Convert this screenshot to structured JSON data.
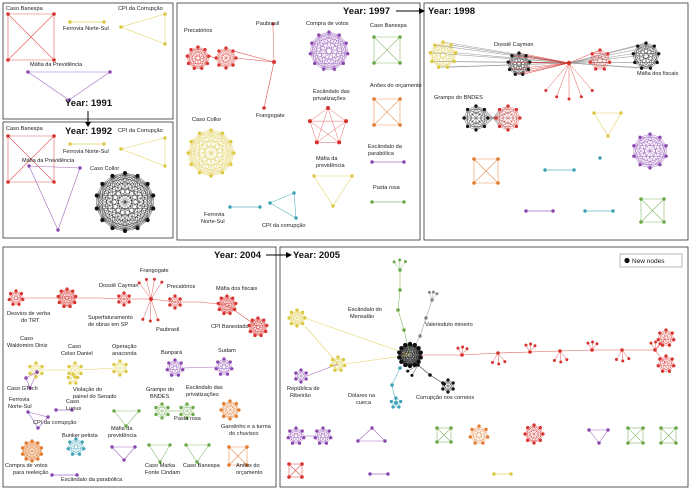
{
  "colors": {
    "red": "#d8322e",
    "yellow": "#dcc73e",
    "purple": "#8a46b0",
    "green": "#6aa94a",
    "orange": "#e17a2e",
    "teal": "#3aa2b4",
    "black": "#111111",
    "gray": "#888888",
    "pink": "#d04a80",
    "blue": "#4a78c2"
  },
  "years": {
    "y1991": "Year: 1991",
    "y1992": "Year: 1992",
    "y1997": "Year: 1997",
    "y1998": "Year: 1998",
    "y2004": "Year: 2004",
    "y2005": "Year: 2005"
  },
  "legend": {
    "label": "New nodes"
  },
  "labels": {
    "p1_caso_banespa": "Caso Banespa",
    "p1_ferrovia": "Ferrovia Norte-Sul",
    "p1_cpi": "CPI da Corrupção",
    "p1_mafia": "Máfia da Previdência",
    "p2_caso_banespa": "Caso Banespa",
    "p2_ferrovia": "Ferrovia Norte-Sul",
    "p2_cpi": "CPI da Corrupção",
    "p2_mafia": "Máfia da Previdência",
    "p2_collor": "Caso Collor",
    "p3_precatorios": "Precatórios",
    "p3_paubrasil": "Paubrasil",
    "p3_compra": "Compra de votos",
    "p3_banespa": "Caso Banespa",
    "p3_frangogate": "Frangogate",
    "p3_collor": "Caso Collor",
    "p3_anoes": "Anões do orçamento",
    "p3_privatizacoes": "Escândalo das privatizações",
    "p3_parabolica": "Escândalo da parabólica",
    "p3_mafia": "Máfia da previdência",
    "p3_pasta": "Pasta rosa",
    "p3_ferrovia": "Ferrovia Norte-Sul",
    "p3_cpi": "CPI da corrupção",
    "p4_dossie": "Dossiê Cayman",
    "p4_grampo": "Grampo do BNDES",
    "p4_mafia_fiscais": "Máfia dos fiscais",
    "p5_desvios": "Desvios de verba do TRT",
    "p5_dossie": "Dossiê Cayman",
    "p5_frangogate": "Frangogate",
    "p5_precatorios": "Precatórios",
    "p5_mafia_fiscais": "Máfia dos fiscais",
    "p5_superfat": "Superfaturamento de obras em SP",
    "p5_paubrasil": "Paubrasil",
    "p5_cpi_banestado": "CPI Banestado",
    "p5_waldomiro": "Caso Waldomiro Diniz",
    "p5_celso": "Caso Celso Daniel",
    "p5_anaconda": "Operação anaconda",
    "p5_banpara": "Banpará",
    "p5_sudam": "Sudam",
    "p5_gtech": "Caso GTech",
    "p5_violacao": "Violação do painel do Senado",
    "p5_grampo": "Grampo do BNDES",
    "p5_privatizacoes": "Escândalo das privatizações",
    "p5_ferrovia": "Ferrovia Norte-Sul",
    "p5_lunus": "Caso Lunus",
    "p5_cpi": "CPI da corrupção",
    "p5_pasta": "Pasta rosa",
    "p5_garotinho": "Garotinho e a turma do chuvisco",
    "p5_bunker": "Bunker petista",
    "p5_mafia_prev": "Máfia da previdência",
    "p5_compra": "Compra de votos para reeleição",
    "p5_marka": "Caso Marka Fonte Cindam",
    "p5_banespa": "Caso Banespa",
    "p5_anoes": "Anões do orçamento",
    "p5_parabolica": "Escândalo da parabólica",
    "p6_mensalao": "Escândalo do Mensalão",
    "p6_valerioduto": "Valerioduto mineiro",
    "p6_republica": "República de Ribeirão",
    "p6_dolares": "Dólares na cueca",
    "p6_correios": "Corrupção nos correios"
  }
}
